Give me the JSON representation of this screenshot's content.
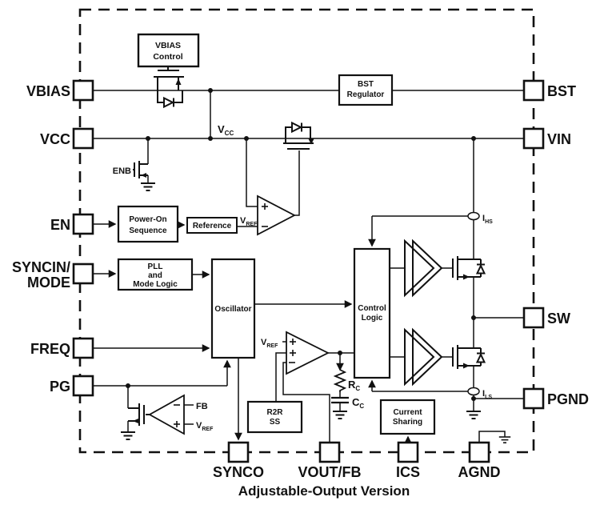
{
  "colors": {
    "ink": "#111111",
    "background": "#ffffff"
  },
  "caption": "Adjustable-Output Version",
  "pins": {
    "vbias": "VBIAS",
    "vcc": "VCC",
    "en": "EN",
    "syncin_mode": [
      "SYNCIN/",
      "MODE"
    ],
    "freq": "FREQ",
    "pg": "PG",
    "bst": "BST",
    "vin": "VIN",
    "sw": "SW",
    "pgnd": "PGND",
    "synco": "SYNCO",
    "vout_fb": "VOUT/FB",
    "ics": "ICS",
    "agnd": "AGND"
  },
  "blocks": {
    "vbias_control": [
      "VBIAS",
      "Control"
    ],
    "bst_regulator": [
      "BST",
      "Regulator"
    ],
    "power_on_sequence": [
      "Power-On",
      "Sequence"
    ],
    "reference": "Reference",
    "pll_mode_logic": [
      "PLL",
      "and",
      "Mode Logic"
    ],
    "oscillator": "Oscillator",
    "control_logic": [
      "Control",
      "Logic"
    ],
    "r2r_ss": [
      "R2R",
      "SS"
    ],
    "current_sharing": [
      "Current",
      "Sharing"
    ]
  },
  "nets": {
    "enb": "ENB",
    "vcc": [
      "V",
      "CC"
    ],
    "vref": [
      "V",
      "REF"
    ],
    "fb": "FB",
    "ihs": [
      "I",
      "HS"
    ],
    "ils": [
      "I",
      "LS"
    ],
    "rc": [
      "R",
      "C"
    ],
    "cc": [
      "C",
      "C"
    ]
  }
}
